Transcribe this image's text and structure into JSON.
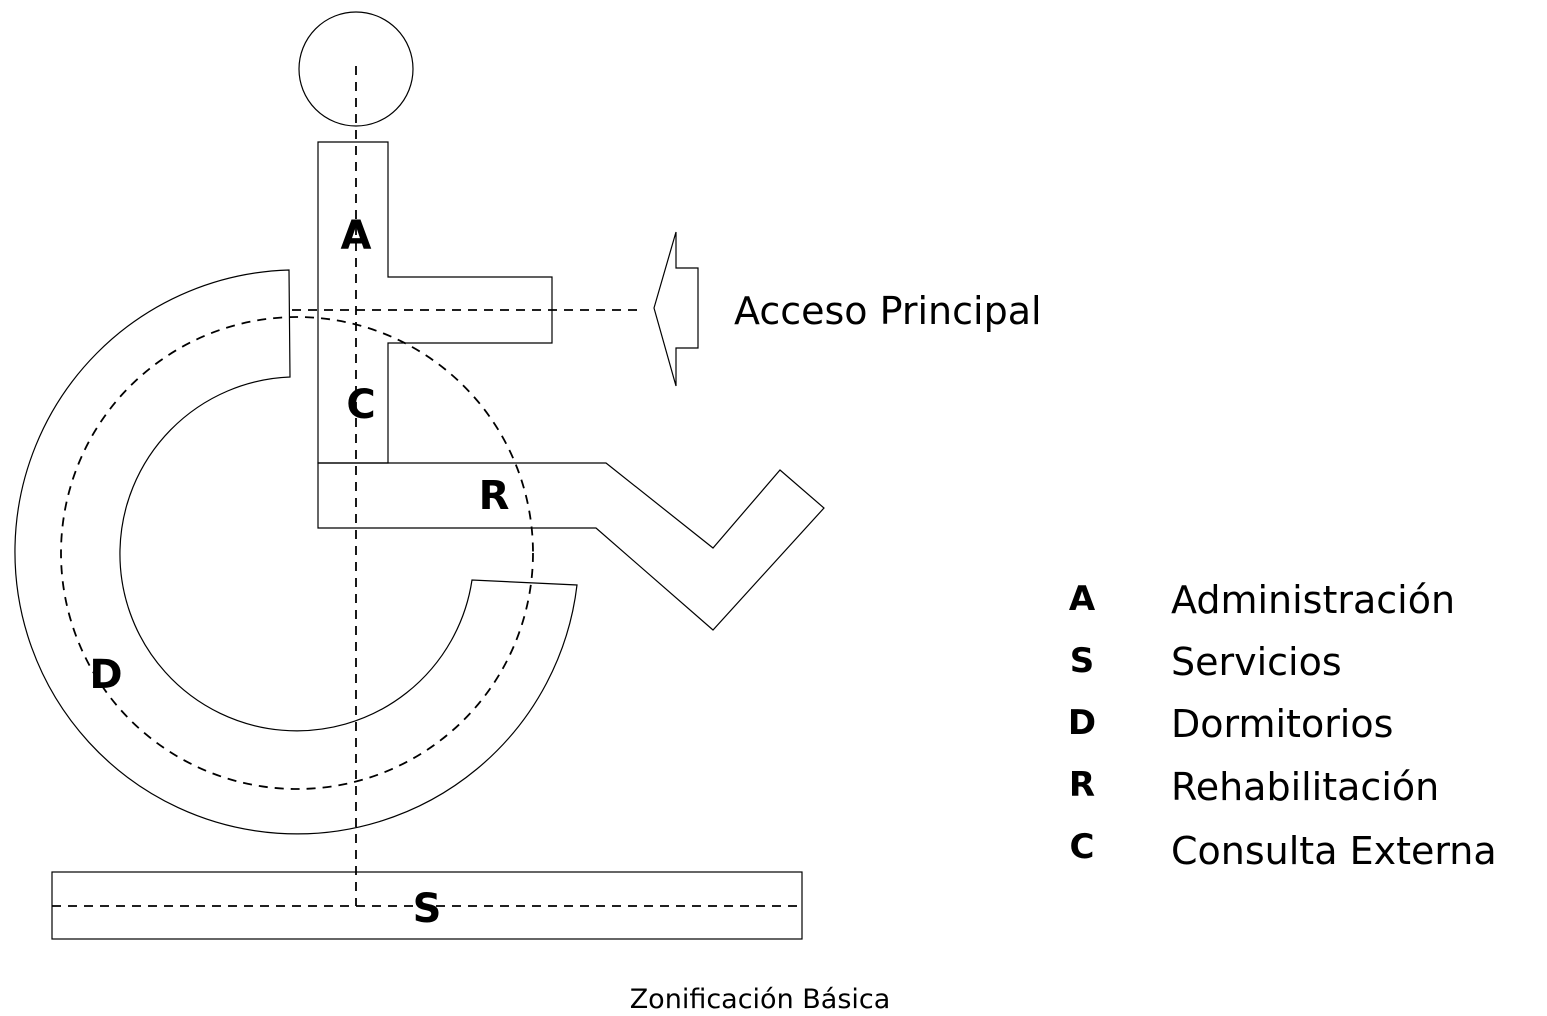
{
  "zones": {
    "A": "A",
    "C": "C",
    "R": "R",
    "D": "D",
    "S": "S"
  },
  "access": {
    "label": "Acceso Principal"
  },
  "legend": {
    "items": [
      {
        "code": "A",
        "name": "Administración"
      },
      {
        "code": "S",
        "name": "Servicios"
      },
      {
        "code": "D",
        "name": "Dormitorios"
      },
      {
        "code": "R",
        "name": "Rehabilitación"
      },
      {
        "code": "C",
        "name": "Consulta Externa"
      }
    ]
  },
  "caption": "Zonificación Básica"
}
